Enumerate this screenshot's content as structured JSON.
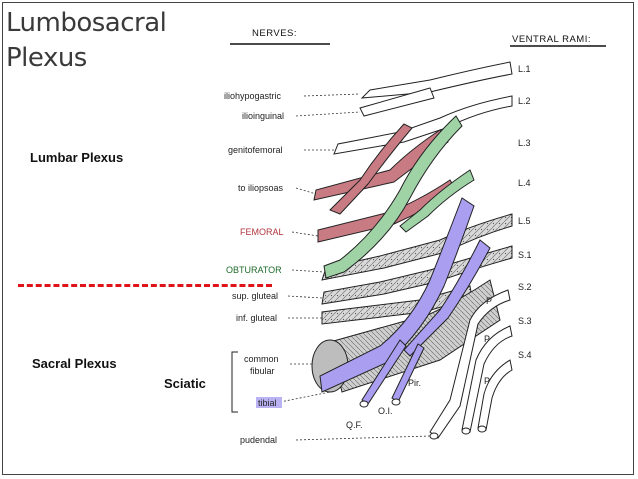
{
  "slide": {
    "title_line1": "Lumbosacral",
    "title_line2": "Plexus",
    "lumbar_label": "Lumbar Plexus",
    "sacral_label": "Sacral Plexus",
    "sciatic_label": "Sciatic"
  },
  "diagram": {
    "nerves_header": "NERVES:",
    "rami_header": "VENTRAL RAMI:",
    "nerves": {
      "iliohypogastric": "iliohypogastric",
      "ilioinguinal": "ilioinguinal",
      "genitofemoral": "genitofemoral",
      "iliopsoas": "to iliopsoas",
      "femoral": "FEMORAL",
      "obturator": "OBTURATOR",
      "sup_gluteal": "sup. gluteal",
      "inf_gluteal": "inf. gluteal",
      "common_fibular_1": "common",
      "common_fibular_2": "fibular",
      "tibial": "tibial",
      "pudendal": "pudendal"
    },
    "rami": [
      "L.1",
      "L.2",
      "L.3",
      "L.4",
      "L.5",
      "S.1",
      "S.2",
      "S.3",
      "S.4"
    ],
    "muscles": {
      "pir": "Pir.",
      "oi": "O.I.",
      "qf": "Q.F.",
      "p1": "P",
      "p2": "P",
      "p3": "P"
    },
    "colors": {
      "femoral": "#c97b84",
      "obturator": "#9fd3a6",
      "tibial": "#a99ef0",
      "dash": "#e0131b"
    }
  }
}
